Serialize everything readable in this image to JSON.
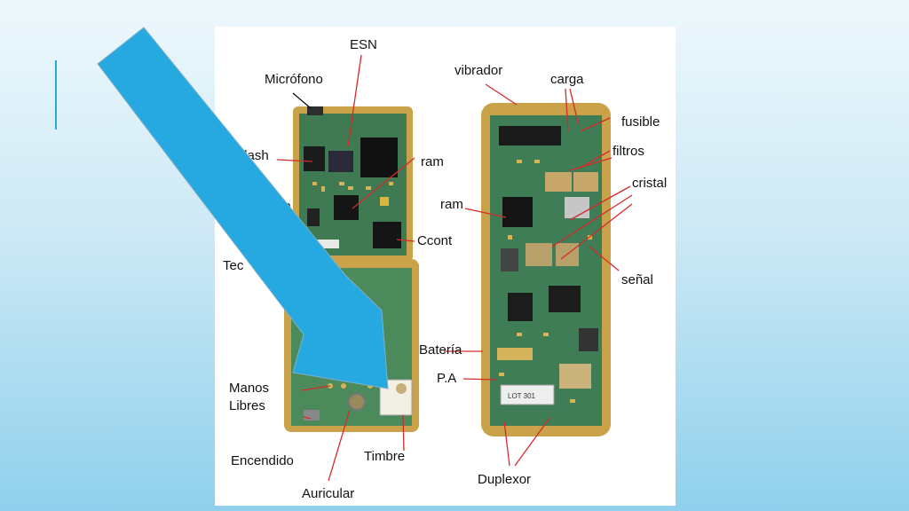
{
  "slide": {
    "accent_color": "#2aa7dd",
    "arrow_color": "#26a9e0"
  },
  "diagram": {
    "labels": {
      "esn": "ESN",
      "microfono": "Micrófono",
      "flash": "Flash",
      "ram_left": "ram",
      "teclado_partial": "do",
      "cont": "Ccont",
      "tec": "Tec",
      "manos": "Manos",
      "libres": "Libres",
      "encendido": "Encendido",
      "timbre": "Timbre",
      "auricular": "Auricular",
      "vibrador": "vibrador",
      "carga": "carga",
      "fusible": "fusible",
      "filtros": "filtros",
      "cristal": "cristal",
      "ram_right": "ram",
      "senal": "señal",
      "bateria": "Batería",
      "pa": "P.A",
      "duplexor": "Duplexor",
      "chip_text": "LOT 301"
    }
  }
}
